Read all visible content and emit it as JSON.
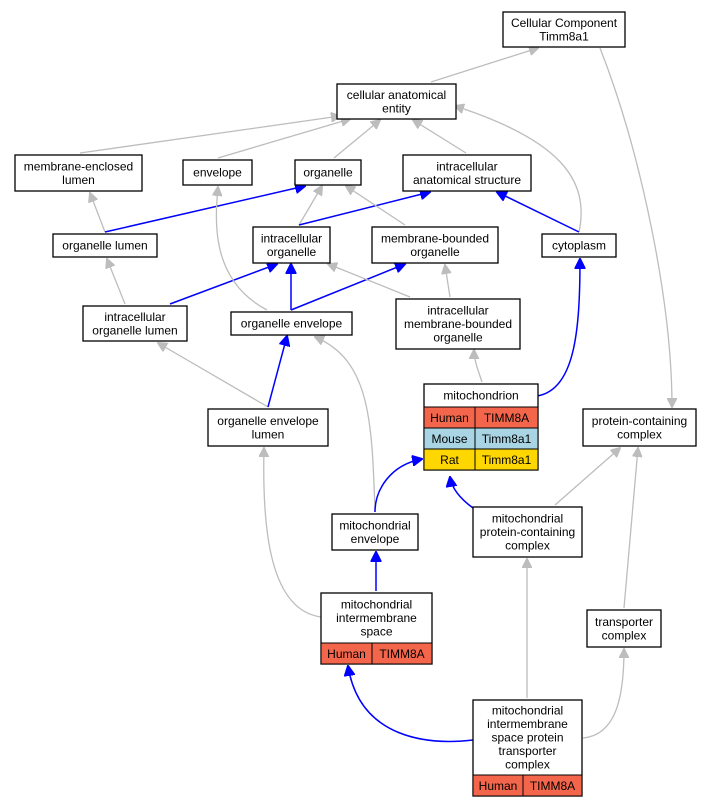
{
  "colors": {
    "human": "#f4664b",
    "mouse": "#a8d4e4",
    "rat": "#ffd700",
    "is_a": "#bdbdbd",
    "part_of": "#0000ff"
  },
  "nodes": {
    "cc_root": [
      "Cellular Component",
      "Timm8a1"
    ],
    "anatomical_entity": [
      "cellular anatomical",
      "entity"
    ],
    "membrane_enclosed_lumen": [
      "membrane-enclosed",
      "lumen"
    ],
    "envelope": [
      "envelope"
    ],
    "organelle": [
      "organelle"
    ],
    "intracellular_anatomical_structure": [
      "intracellular",
      "anatomical structure"
    ],
    "organelle_lumen": [
      "organelle lumen"
    ],
    "intracellular_organelle": [
      "intracellular",
      "organelle"
    ],
    "membrane_bounded_organelle": [
      "membrane-bounded",
      "organelle"
    ],
    "cytoplasm": [
      "cytoplasm"
    ],
    "intracellular_organelle_lumen": [
      "intracellular",
      "organelle lumen"
    ],
    "organelle_envelope": [
      "organelle envelope"
    ],
    "intracellular_membrane_bounded_organelle": [
      "intracellular",
      "membrane-bounded",
      "organelle"
    ],
    "mitochondrion": [
      "mitochondrion"
    ],
    "protein_containing_complex": [
      "protein-containing",
      "complex"
    ],
    "organelle_envelope_lumen": [
      "organelle envelope",
      "lumen"
    ],
    "mitochondrial_envelope": [
      "mitochondrial",
      "envelope"
    ],
    "mitochondrial_protein_containing_complex": [
      "mitochondrial",
      "protein-containing",
      "complex"
    ],
    "transporter_complex": [
      "transporter",
      "complex"
    ],
    "mitochondrial_intermembrane_space": [
      "mitochondrial",
      "intermembrane",
      "space"
    ],
    "mims_protein_transporter_complex": [
      "mitochondrial",
      "intermembrane",
      "space protein",
      "transporter",
      "complex"
    ]
  },
  "gene_tables": {
    "mitochondrion": [
      {
        "species": "Human",
        "gene": "TIMM8A",
        "color_key": "human"
      },
      {
        "species": "Mouse",
        "gene": "Timm8a1",
        "color_key": "mouse"
      },
      {
        "species": "Rat",
        "gene": "Timm8a1",
        "color_key": "rat"
      }
    ],
    "mitochondrial_intermembrane_space": [
      {
        "species": "Human",
        "gene": "TIMM8A",
        "color_key": "human"
      }
    ],
    "mims_protein_transporter_complex": [
      {
        "species": "Human",
        "gene": "TIMM8A",
        "color_key": "human"
      }
    ]
  }
}
